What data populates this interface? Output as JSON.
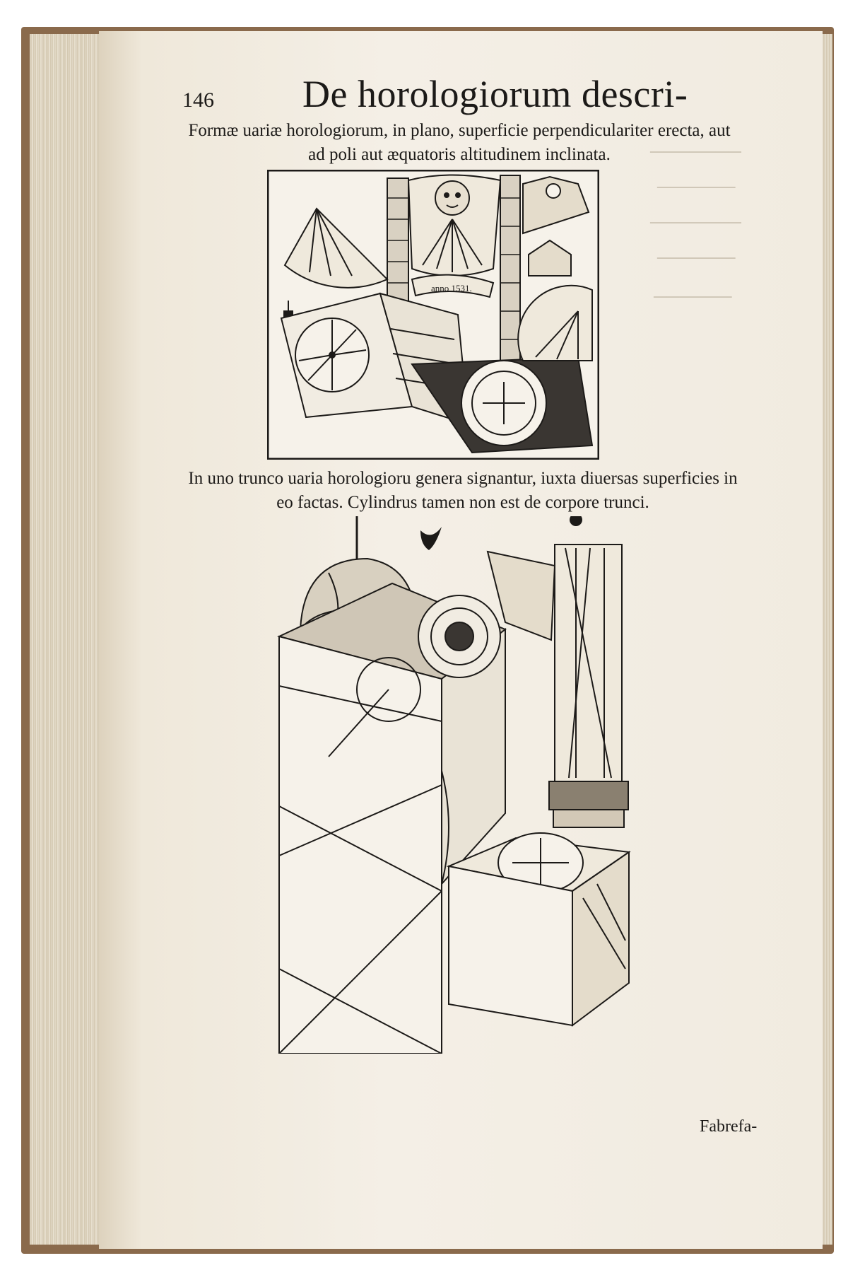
{
  "page": {
    "page_number": "146",
    "running_head": "De horologiorum descri-",
    "caption_top": "Formæ uariæ horologiorum, in plano, superficie perpendiculariter erecta, aut ad poli aut æquatoris altitudinem inclinata.",
    "figure_top_date": "anno 1531.",
    "caption_bottom": "In uno trunco uaria horologioru genera signantur, iuxta diuersas superficies in eo factas. Cylindrus tamen non est de corpore trunci.",
    "catchword": "Fabrefa-"
  },
  "colors": {
    "paper": "#f3eee4",
    "ink": "#1c1a18",
    "binding": "#8a6a4c"
  }
}
